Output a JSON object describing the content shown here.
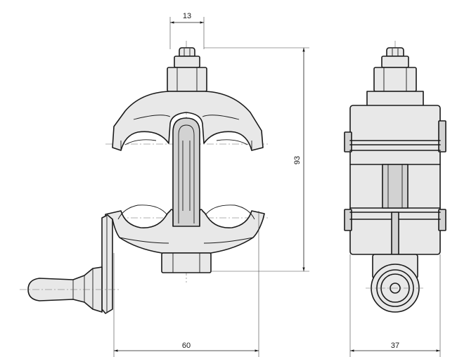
{
  "dimensions": {
    "nut_width": "13",
    "height": "93",
    "width": "60",
    "depth": "37"
  }
}
